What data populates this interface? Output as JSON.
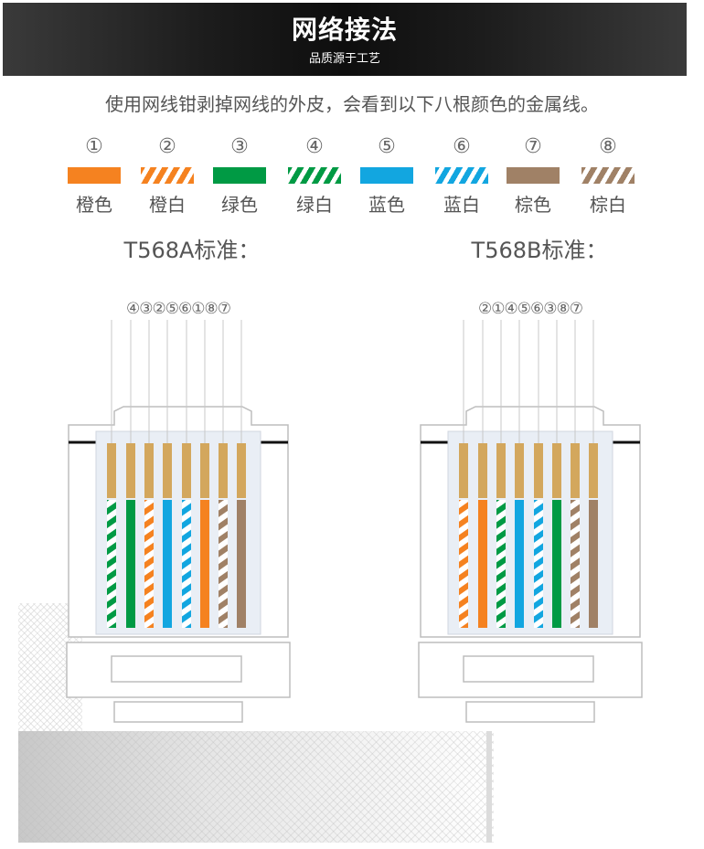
{
  "header": {
    "title": "网络接法",
    "subtitle": "品质源于工艺"
  },
  "intro": "使用网线钳剥掉网线的外皮，会看到以下八根颜色的金属线。",
  "colors": {
    "orange": "#f58220",
    "green": "#009a44",
    "blue": "#12a6e0",
    "brown": "#a08166",
    "gold": "#d3a75d",
    "white": "#ffffff"
  },
  "wires": [
    {
      "num": "①",
      "label": "橙色",
      "color": "orange",
      "striped": false
    },
    {
      "num": "②",
      "label": "橙白",
      "color": "orange",
      "striped": true
    },
    {
      "num": "③",
      "label": "绿色",
      "color": "green",
      "striped": false
    },
    {
      "num": "④",
      "label": "绿白",
      "color": "green",
      "striped": true
    },
    {
      "num": "⑤",
      "label": "蓝色",
      "color": "blue",
      "striped": false
    },
    {
      "num": "⑥",
      "label": "蓝白",
      "color": "blue",
      "striped": true
    },
    {
      "num": "⑦",
      "label": "棕色",
      "color": "brown",
      "striped": false
    },
    {
      "num": "⑧",
      "label": "棕白",
      "color": "brown",
      "striped": true
    }
  ],
  "standards": [
    {
      "title": "T568A标准：",
      "order_text": "④③②⑤⑥①⑧⑦",
      "order": [
        4,
        3,
        2,
        5,
        6,
        1,
        8,
        7
      ]
    },
    {
      "title": "T568B标准：",
      "order_text": "②①④⑤⑥③⑧⑦",
      "order": [
        2,
        1,
        4,
        5,
        6,
        3,
        8,
        7
      ]
    }
  ]
}
